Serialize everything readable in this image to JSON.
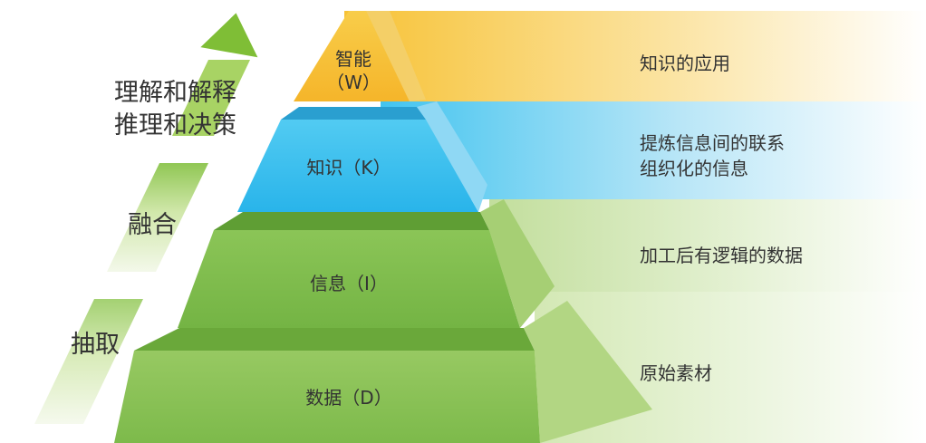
{
  "tiers": [
    {
      "name": "智能",
      "code": "（W）",
      "description_lines": [
        "知识的应用"
      ]
    },
    {
      "name": "知识（K）",
      "code": "",
      "description_lines": [
        "提炼信息间的联系",
        "组织化的信息"
      ]
    },
    {
      "name": "信息（I）",
      "code": "",
      "description_lines": [
        "加工后有逻辑的数据"
      ]
    },
    {
      "name": "数据（D）",
      "code": "",
      "description_lines": [
        "原始素材"
      ]
    }
  ],
  "side_labels": {
    "top_line1": "理解和解释",
    "top_line2": "推理和决策",
    "middle": "融合",
    "bottom": "抽取"
  },
  "colors": {
    "wisdom": "#f7c640",
    "knowledge": "#3cc1ef",
    "information": "#7fbe4c",
    "data": "#8cc256",
    "arrow": "#8dc63f",
    "text": "#333333"
  }
}
